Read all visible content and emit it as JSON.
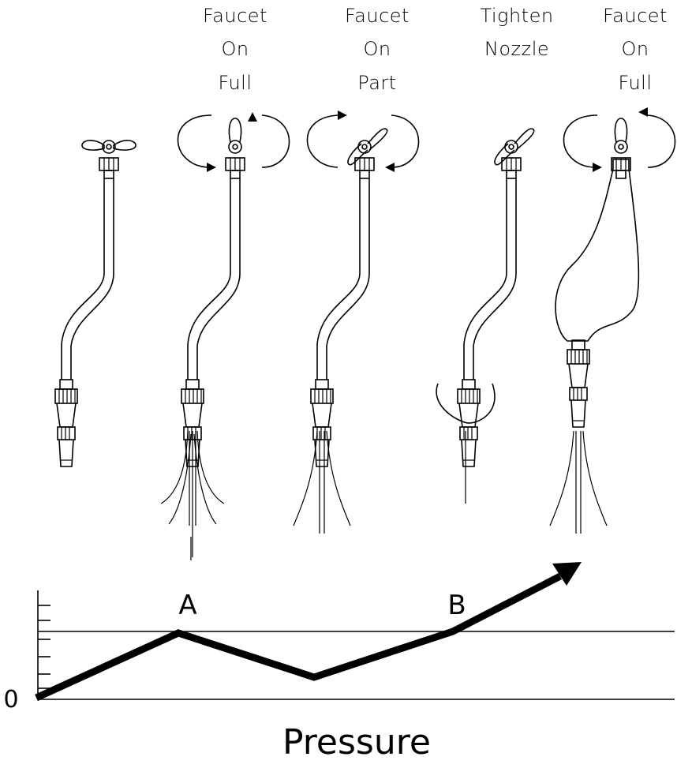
{
  "stages": [
    {
      "id": "stage-1",
      "caption": []
    },
    {
      "id": "stage-2",
      "caption": [
        "Faucet",
        "On",
        "Full"
      ]
    },
    {
      "id": "stage-3",
      "caption": [
        "Faucet",
        "On",
        "Part"
      ]
    },
    {
      "id": "stage-4",
      "caption": [
        "Tighten",
        "Nozzle"
      ]
    },
    {
      "id": "stage-5",
      "caption": [
        "Faucet",
        "On",
        "Full"
      ]
    }
  ],
  "graph": {
    "origin_label": "0",
    "point_labels": {
      "a": "A",
      "b": "B"
    },
    "x_axis_label": "Pressure"
  }
}
